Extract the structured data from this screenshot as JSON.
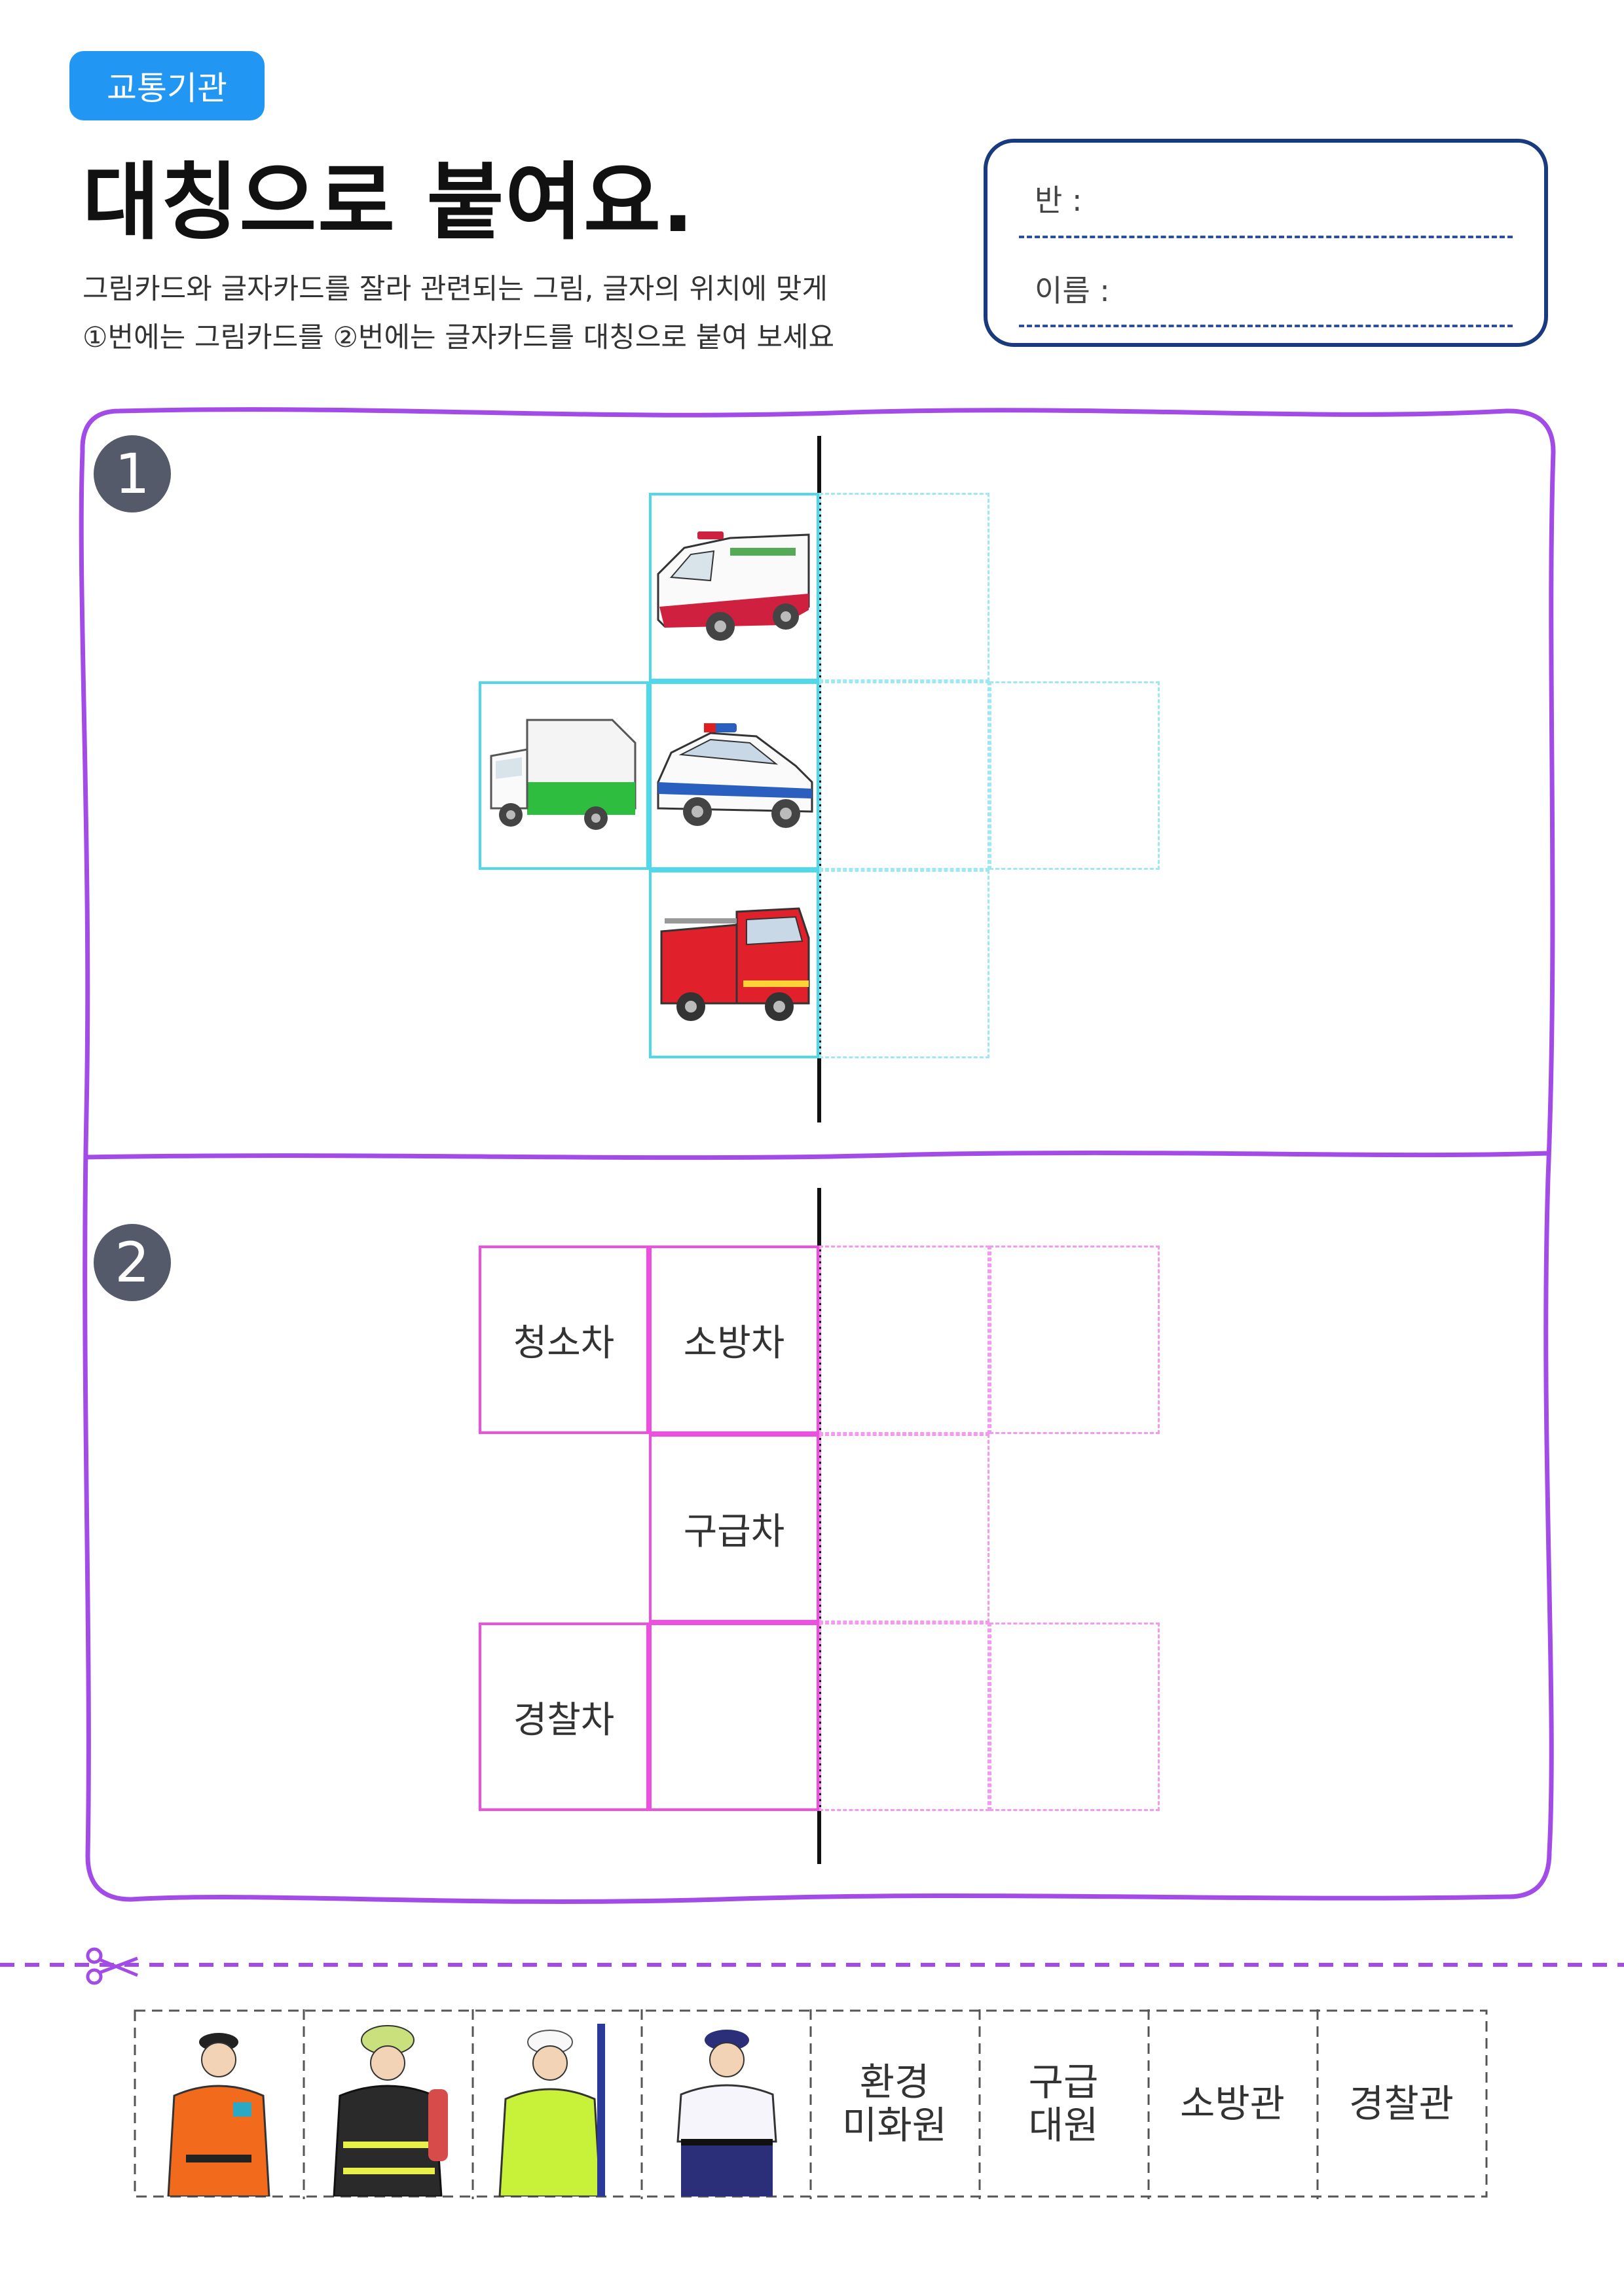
{
  "header": {
    "category": "교통기관",
    "title": "대칭으로 붙여요.",
    "instruction_line1": "그림카드와 글자카드를 잘라 관련되는 그림, 글자의 위치에 맞게",
    "instruction_line2": "①번에는 그림카드를 ②번에는 글자카드를 대칭으로 붙여 보세요"
  },
  "name_box": {
    "class_label": "반 :",
    "name_label": "이름 :"
  },
  "section1": {
    "number": "1",
    "images": [
      "ambulance-image",
      "garbage-truck-image",
      "police-car-image",
      "fire-truck-image"
    ]
  },
  "section2": {
    "number": "2",
    "cards": {
      "cleaning_truck": "청소차",
      "fire_truck": "소방차",
      "ambulance": "구급차",
      "police_car": "경찰차"
    }
  },
  "cut_strip": {
    "people": [
      "firefighter-image",
      "firefighter-gear-image",
      "sanitation-worker-image",
      "police-officer-image"
    ],
    "sanitation_worker_line1": "환경",
    "sanitation_worker_line2": "미화원",
    "paramedic_line1": "구급",
    "paramedic_line2": "대원",
    "firefighter": "소방관",
    "police_officer": "경찰관"
  },
  "colors": {
    "tag": "#2196f3",
    "frame": "#a24be6",
    "name_box": "#1a3a7e",
    "cyan": "#4fd8ea",
    "pink": "#ee4fe0"
  }
}
